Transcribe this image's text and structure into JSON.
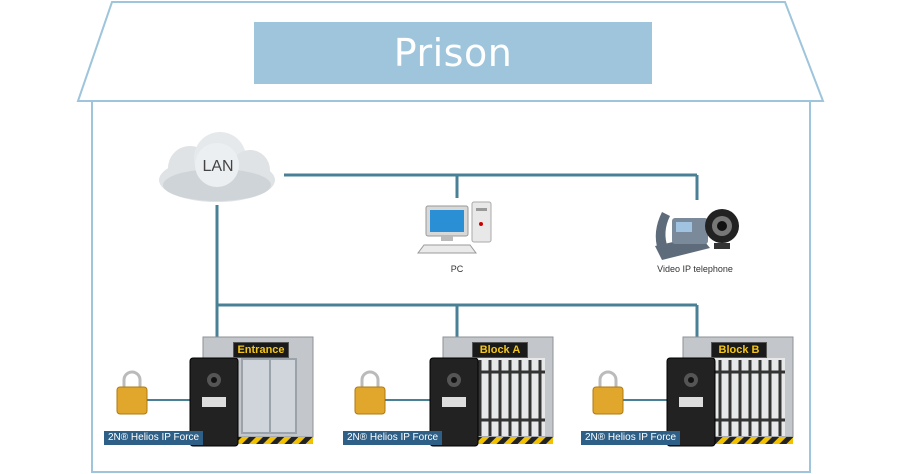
{
  "building": {
    "title": "Prison"
  },
  "network": {
    "lan_label": "LAN"
  },
  "devices": {
    "pc_label": "PC",
    "phone_label": "Video IP telephone"
  },
  "doors": [
    {
      "sign": "Entrance",
      "device_label": "2N® Helios IP Force",
      "type": "elevator"
    },
    {
      "sign": "Block A",
      "device_label": "2N® Helios IP Force",
      "type": "cell"
    },
    {
      "sign": "Block B",
      "device_label": "2N® Helios IP Force",
      "type": "cell"
    }
  ],
  "colors": {
    "line": "#4a8096",
    "roof": "#9ec5db",
    "title_fill": "#9ec5db",
    "label_bg": "#2e5f86",
    "sign_text": "#f5c518"
  }
}
